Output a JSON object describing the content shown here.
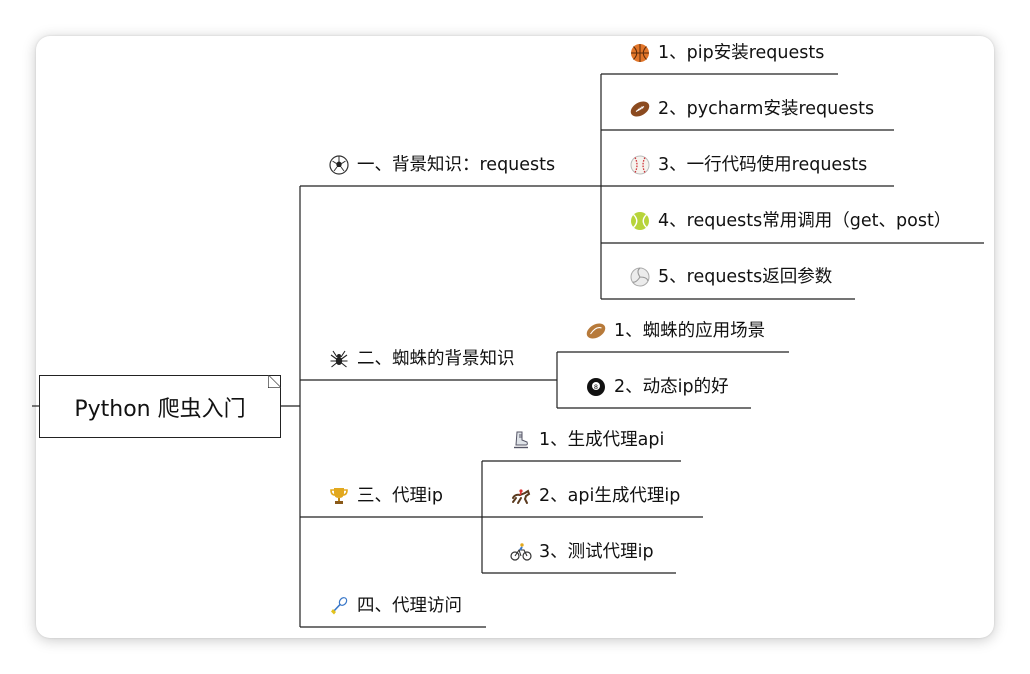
{
  "mindmap": {
    "root": "Python 爬虫入门",
    "branches": [
      {
        "label": "一、背景知识：requests",
        "icon": "soccer-ball-icon",
        "children": [
          {
            "label": "1、pip安装requests",
            "icon": "basketball-icon"
          },
          {
            "label": "2、pycharm安装requests",
            "icon": "american-football-icon"
          },
          {
            "label": "3、一行代码使用requests",
            "icon": "baseball-icon"
          },
          {
            "label": "4、requests常用调用（get、post）",
            "icon": "tennis-ball-icon"
          },
          {
            "label": "5、requests返回参数",
            "icon": "volleyball-icon"
          }
        ]
      },
      {
        "label": "二、蜘蛛的背景知识",
        "icon": "spider-icon",
        "children": [
          {
            "label": "1、蜘蛛的应用场景",
            "icon": "rugby-ball-icon"
          },
          {
            "label": "2、动态ip的好",
            "icon": "pool-8-ball-icon"
          }
        ]
      },
      {
        "label": "三、代理ip",
        "icon": "trophy-icon",
        "children": [
          {
            "label": "1、生成代理api",
            "icon": "ice-skate-icon"
          },
          {
            "label": "2、api生成代理ip",
            "icon": "horse-racing-icon"
          },
          {
            "label": "3、测试代理ip",
            "icon": "cyclist-icon"
          }
        ]
      },
      {
        "label": "四、代理访问",
        "icon": "badminton-icon",
        "children": []
      }
    ]
  }
}
